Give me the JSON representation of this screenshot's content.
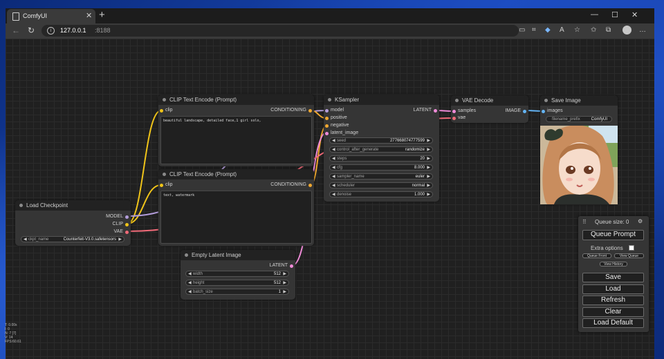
{
  "browser": {
    "tab_title": "ComfyUI",
    "tab_close": "✕",
    "new_tab": "+",
    "url_host": "127.0.0.1",
    "url_port": ":8188",
    "window_controls": {
      "minimize": "—",
      "maximize": "☐",
      "close": "✕"
    },
    "nav": {
      "back": "←",
      "reload": "↻"
    },
    "toolbar_icons": {
      "cast": "▭",
      "screenshot": "⌗",
      "extension": "◆",
      "read_aloud": "A",
      "favorite": "☆",
      "favorites": "✩",
      "collections": "⧉",
      "more": "…"
    }
  },
  "nodes": {
    "clip1": {
      "title": "CLIP Text Encode (Prompt)",
      "input": "clip",
      "output": "CONDITIONING",
      "text": "beautiful landscape, detailed face,1 girl solo,"
    },
    "clip2": {
      "title": "CLIP Text Encode (Prompt)",
      "input": "clip",
      "output": "CONDITIONING",
      "text": "text, watermark"
    },
    "ksampler": {
      "title": "KSampler",
      "inputs": [
        "model",
        "positive",
        "negative",
        "latent_image"
      ],
      "output": "LATENT",
      "widgets": [
        {
          "label": "seed",
          "value": "277668074777599"
        },
        {
          "label": "control_after_generate",
          "value": "randomize"
        },
        {
          "label": "steps",
          "value": "20"
        },
        {
          "label": "cfg",
          "value": "8.000"
        },
        {
          "label": "sampler_name",
          "value": "euler"
        },
        {
          "label": "scheduler",
          "value": "normal"
        },
        {
          "label": "denoise",
          "value": "1.000"
        }
      ]
    },
    "vae_decode": {
      "title": "VAE Decode",
      "inputs": [
        "samples",
        "vae"
      ],
      "output": "IMAGE"
    },
    "save_image": {
      "title": "Save Image",
      "input": "images",
      "widget_label": "filename_prefix",
      "widget_value": "ComfyUI"
    },
    "load_checkpoint": {
      "title": "Load Checkpoint",
      "outputs": [
        "MODEL",
        "CLIP",
        "VAE"
      ],
      "widget_label": "ckpt_name",
      "widget_value": "Counterfeit-V3.0.safetensors"
    },
    "empty_latent": {
      "title": "Empty Latent Image",
      "output": "LATENT",
      "widgets": [
        {
          "label": "width",
          "value": "512"
        },
        {
          "label": "height",
          "value": "512"
        },
        {
          "label": "batch_size",
          "value": "1"
        }
      ]
    }
  },
  "panel": {
    "queue_size": "Queue size: 0",
    "queue_prompt": "Queue Prompt",
    "extra_options": "Extra options",
    "queue_front": "Queue Front",
    "view_queue": "View Queue",
    "view_history": "View History",
    "save": "Save",
    "load": "Load",
    "refresh": "Refresh",
    "clear": "Clear",
    "load_default": "Load Default"
  },
  "stats": [
    "T: 0.00s",
    "I: 0",
    "N: 7 [7]",
    "V: 14",
    "FPS:60.61"
  ],
  "colors": {
    "clip_wire": "#f0c419",
    "conditioning_wire": "#f0a830",
    "latent_wire": "#f08bd8",
    "vae_wire": "#f06a78",
    "image_wire": "#64b5f6",
    "model_wire": "#b39ddb"
  }
}
